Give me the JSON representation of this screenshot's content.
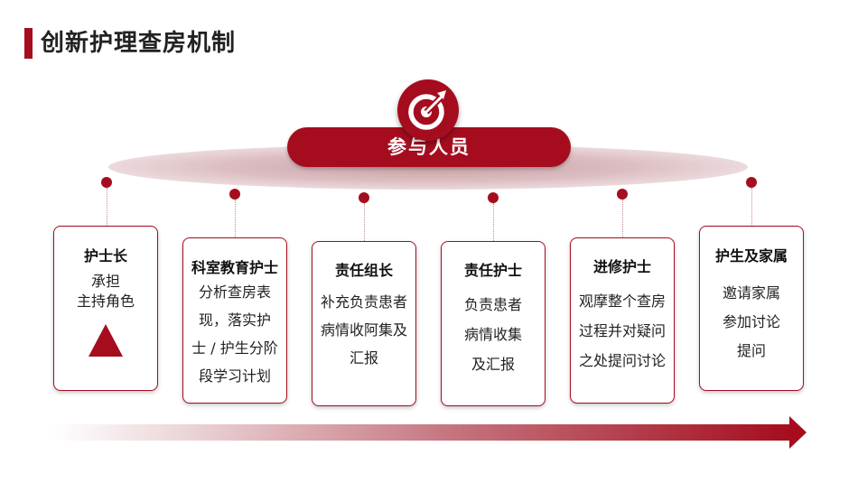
{
  "title": "创新护理查房机制",
  "center_label": "参与人员",
  "icon": "target-icon",
  "accent_color": "#a50d1e",
  "cards": [
    {
      "title": "护士长",
      "lines": [
        "承担",
        "主持角色"
      ],
      "icon": "triangle-icon"
    },
    {
      "title": "科室教育护士",
      "lines": [
        "分析查房表",
        "现，落实护",
        "士 / 护生分阶",
        "段学习计划"
      ]
    },
    {
      "title": "责任组长",
      "lines": [
        "补充负责患者",
        "病情收阿集及",
        "汇报"
      ]
    },
    {
      "title": "责任护士",
      "lines": [
        "负责患者",
        "病情收集",
        "及汇报"
      ]
    },
    {
      "title": "进修护士",
      "lines": [
        "观摩整个查房",
        "过程并对疑问",
        "之处提问讨论"
      ]
    },
    {
      "title": "护生及家属",
      "lines": [
        "邀请家属",
        "参加讨论",
        "提问"
      ]
    }
  ]
}
